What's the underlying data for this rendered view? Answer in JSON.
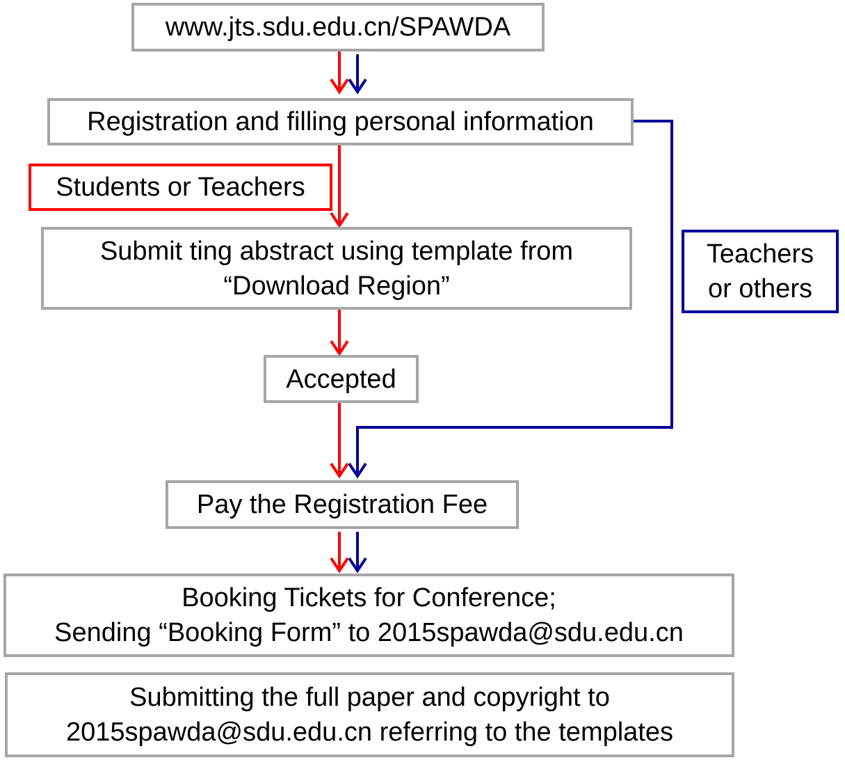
{
  "flow": {
    "url": "www.jts.sdu.edu.cn/SPAWDA",
    "registration": "Registration and filling personal information",
    "students_label": "Students or Teachers",
    "submit_line1": "Submit ting abstract using template from",
    "submit_line2": "“Download Region”",
    "accepted": "Accepted",
    "teachers_line1": "Teachers",
    "teachers_line2": "or others",
    "pay": "Pay the Registration Fee",
    "booking_line1": "Booking Tickets for Conference;",
    "booking_line2": "Sending  “Booking Form” to 2015spawda@sdu.edu.cn",
    "paper_line1": "Submitting  the full paper  and copyright to",
    "paper_line2": "2015spawda@sdu.edu.cn  referring to the  templates"
  },
  "colors": {
    "student_path": "#ff0000",
    "teacher_path": "#000099",
    "box_border": "#a6a6a6"
  }
}
